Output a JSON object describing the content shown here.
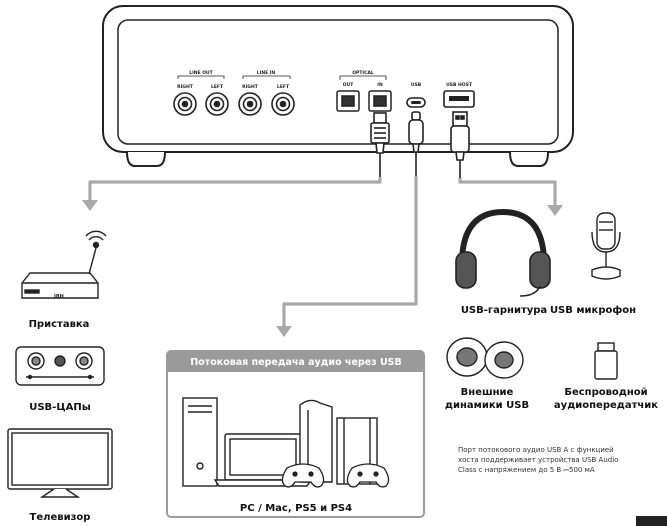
{
  "device_ports": {
    "line_out": "LINE OUT",
    "line_in": "LINE IN",
    "right_1": "RIGHT",
    "left_1": "LEFT",
    "right_2": "RIGHT",
    "left_2": "LEFT",
    "optical": "OPTICAL",
    "optical_out": "OUT",
    "optical_in": "IN",
    "usb": "USB",
    "usb_host": "USB HOST"
  },
  "left_column": {
    "set_top_box": "Приставка",
    "set_top_box_brand": "JBH",
    "usb_dac": "USB-ЦАПы",
    "tv": "Телевизор"
  },
  "streaming_box": {
    "title": "Потоковая передача аудио через USB",
    "caption": "PC / Mac, PS5 и PS4"
  },
  "right_devices": {
    "headset": "USB-гарнитура",
    "microphone": "USB микрофон",
    "speakers_line1": "Внешние",
    "speakers_line2": "динамики USB",
    "transmitter_line1": "Беспроводной",
    "transmitter_line2": "аудиопередатчик"
  },
  "note": {
    "line1": "Порт потокового аудио USB A с функцией",
    "line2": "хоста поддерживает устройства USB Audio",
    "line3": "Class с напряжением до 5 В ⎓500 мА"
  },
  "colors": {
    "line": "#222222",
    "arrow": "#a9a9a9",
    "box": "#9a9a9a"
  }
}
